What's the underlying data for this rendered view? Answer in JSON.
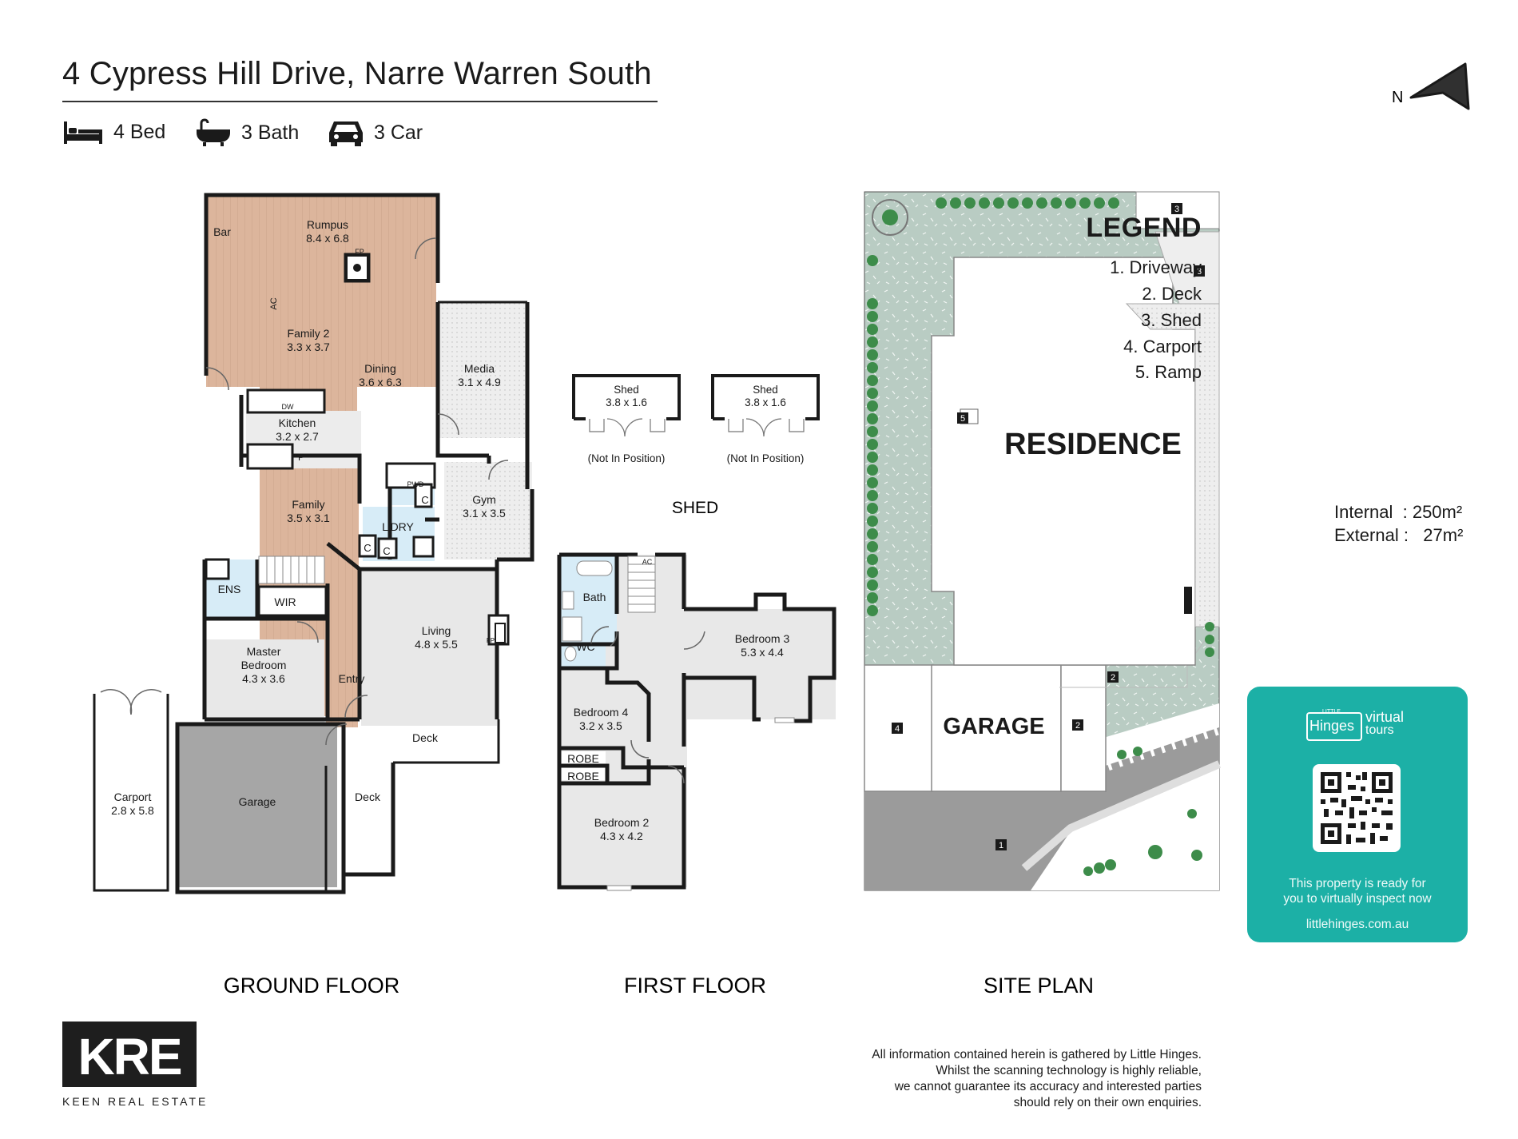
{
  "header": {
    "title": "4 Cypress Hill Drive, Narre Warren South",
    "features": [
      {
        "icon": "bed-icon",
        "label": "4 Bed"
      },
      {
        "icon": "bath-icon",
        "label": "3 Bath"
      },
      {
        "icon": "car-icon",
        "label": "3 Car"
      }
    ],
    "north_label": "N"
  },
  "ground_floor": {
    "label": "GROUND FLOOR",
    "rooms": {
      "bar": "Bar",
      "rumpus": "Rumpus",
      "rumpus_dim": "8.4 x 6.8",
      "fp1": "FP",
      "ac": "AC",
      "family2": "Family 2",
      "family2_dim": "3.3 x 3.7",
      "dining": "Dining",
      "dining_dim": "3.6 x 6.3",
      "media": "Media",
      "media_dim": "3.1 x 4.9",
      "dw": "DW",
      "kitchen": "Kitchen",
      "kitchen_dim": "3.2 x 2.7",
      "p": "P",
      "pwd": "PWD",
      "family": "Family",
      "family_dim": "3.5 x 3.1",
      "gym": "Gym",
      "gym_dim": "3.1 x 3.5",
      "ldry": "L'DRY",
      "c": "C",
      "ens": "ENS",
      "wir": "WIR",
      "living": "Living",
      "living_dim": "4.8 x 5.5",
      "fp2": "FP",
      "master": "Master",
      "master2": "Bedroom",
      "master_dim": "4.3 x 3.6",
      "entry": "Entry",
      "deck": "Deck",
      "carport": "Carport",
      "carport_dim": "2.8 x 5.8",
      "garage": "Garage"
    }
  },
  "first_floor": {
    "label": "FIRST FLOOR",
    "shed_label": "SHED",
    "sheds": [
      {
        "name": "Shed",
        "dim": "3.8 x 1.6",
        "note": "(Not In Position)"
      },
      {
        "name": "Shed",
        "dim": "3.8 x 1.6",
        "note": "(Not In Position)"
      }
    ],
    "rooms": {
      "ac": "AC",
      "bath": "Bath",
      "wc": "WC",
      "bed3": "Bedroom 3",
      "bed3_dim": "5.3 x 4.4",
      "bed4": "Bedroom 4",
      "bed4_dim": "3.2 x 3.5",
      "robe": "ROBE",
      "bed2": "Bedroom 2",
      "bed2_dim": "4.3 x 4.2"
    }
  },
  "site_plan": {
    "label": "SITE PLAN",
    "residence": "RESIDENCE",
    "garage": "GARAGE",
    "markers": [
      "1",
      "2",
      "3",
      "4",
      "5"
    ]
  },
  "legend": {
    "title": "LEGEND",
    "items": [
      "1. Driveway",
      "2. Deck",
      "3. Shed",
      "4. Carport",
      "5. Ramp"
    ]
  },
  "areas": {
    "internal": "Internal  : 250m²",
    "external": "External :   27m²"
  },
  "virtual_tours": {
    "small_brand": "LITTLE",
    "brand": "Hinges",
    "brand_suffix": "virtual",
    "brand_suffix2": "tours",
    "line1": "This property is ready for",
    "line2": "you to virtually inspect now",
    "url": "littlehinges.com.au"
  },
  "disclaimer": [
    "All information contained herein is gathered by Little Hinges.",
    "Whilst the scanning technology is highly reliable,",
    "we cannot guarantee its accuracy and interested parties",
    "should rely on their own enquiries."
  ],
  "agency": {
    "logo_text": "KRE",
    "name": "KEEN REAL ESTATE"
  },
  "colors": {
    "wood": "#dcb59c",
    "tile": "#e6e6e6",
    "wet": "#d7ecf7",
    "garage": "#a6a6a6",
    "lawn": "#b9ccc3",
    "driveway": "#9b9b9b",
    "accent": "#1cb0a6"
  }
}
